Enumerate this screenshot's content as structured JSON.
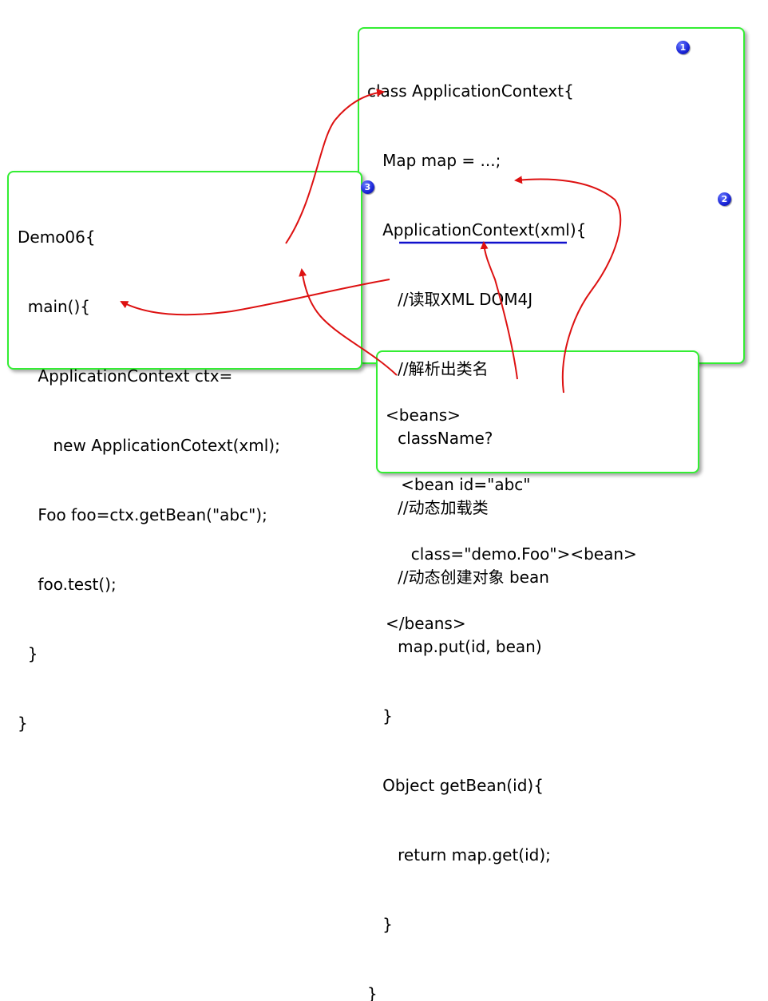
{
  "colors": {
    "box_border": "#33ee33",
    "arrow": "#dd1111",
    "underline": "#1010cc",
    "badge": "#1a25d8"
  },
  "app_context": {
    "lines": [
      "class ApplicationContext{",
      "   Map map = ...;",
      "   ApplicationContext(xml){",
      "      //读取XML DOM4J",
      "      //解析出类名",
      "      className?",
      "      //动态加载类",
      "      //动态创建对象 bean",
      "      map.put(id, bean)",
      "   }",
      "   Object getBean(id){",
      "      return map.get(id);",
      "   }",
      "}"
    ]
  },
  "demo": {
    "lines": [
      "Demo06{",
      "  main(){",
      "    ApplicationContext ctx=",
      "       new ApplicationCotext(xml);",
      "    Foo foo=ctx.getBean(\"abc\");",
      "    foo.test();",
      "  }",
      "}"
    ]
  },
  "beans": {
    "lines": [
      "<beans>",
      "   <bean id=\"abc\"",
      "     class=\"demo.Foo\"><bean>",
      "</beans>"
    ]
  },
  "badges": {
    "one": "1",
    "two": "2",
    "three": "3"
  }
}
